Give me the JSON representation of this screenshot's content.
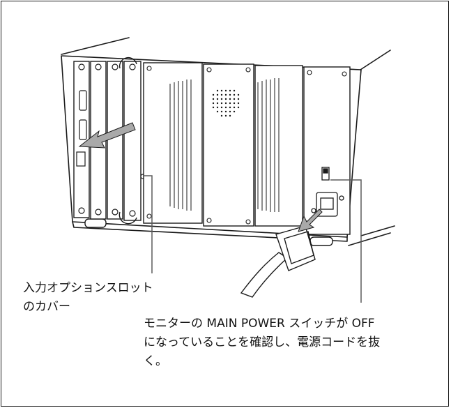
{
  "labels": {
    "cover_line1": "入力オプションスロット",
    "cover_line2": "のカバー",
    "power_line1": "モニターの MAIN POWER スイッチが OFF",
    "power_line2": "になっていることを確認し、電源コードを抜",
    "power_line3": "く。"
  },
  "colors": {
    "line": "#1a1a1a",
    "arrow": "#a9a9a9",
    "callout": "#5a5a5a",
    "background": "#ffffff"
  }
}
